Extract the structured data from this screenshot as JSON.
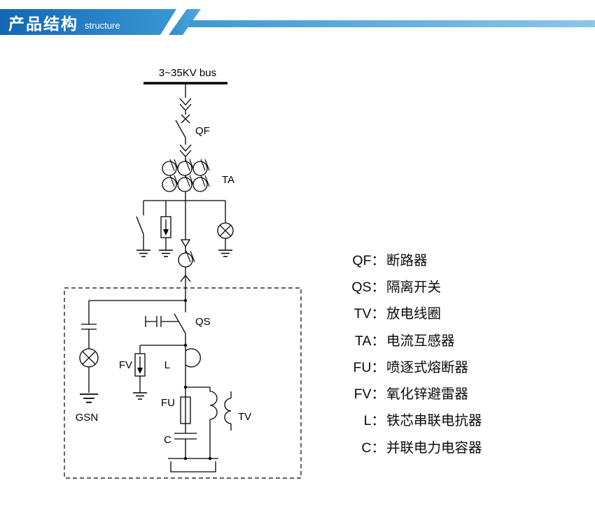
{
  "header": {
    "title": "产品结构",
    "subtitle": "structure"
  },
  "diagram": {
    "bus_label": "3~35KV bus",
    "labels": {
      "qf": "QF",
      "ta": "TA",
      "qs": "QS",
      "fv": "FV",
      "l": "L",
      "fu": "FU",
      "tv": "TV",
      "c": "C",
      "gsn": "GSN"
    }
  },
  "legend": {
    "items": [
      {
        "key": "QF：",
        "desc": "断路器"
      },
      {
        "key": "QS：",
        "desc": "隔离开关"
      },
      {
        "key": "TV：",
        "desc": "放电线圈"
      },
      {
        "key": "TA：",
        "desc": "电流互感器"
      },
      {
        "key": "FU：",
        "desc": "喷逐式熔断器"
      },
      {
        "key": "FV：",
        "desc": "氧化锌避雷器"
      },
      {
        "key": "L：",
        "desc": "铁芯串联电抗器"
      },
      {
        "key": "C：",
        "desc": "并联电力电容器"
      }
    ]
  },
  "colors": {
    "banner_blue_dark": "#1266b4",
    "banner_blue_light": "#3a97d3",
    "strip_blue": "#8cc6e9",
    "line_color": "#000000"
  }
}
